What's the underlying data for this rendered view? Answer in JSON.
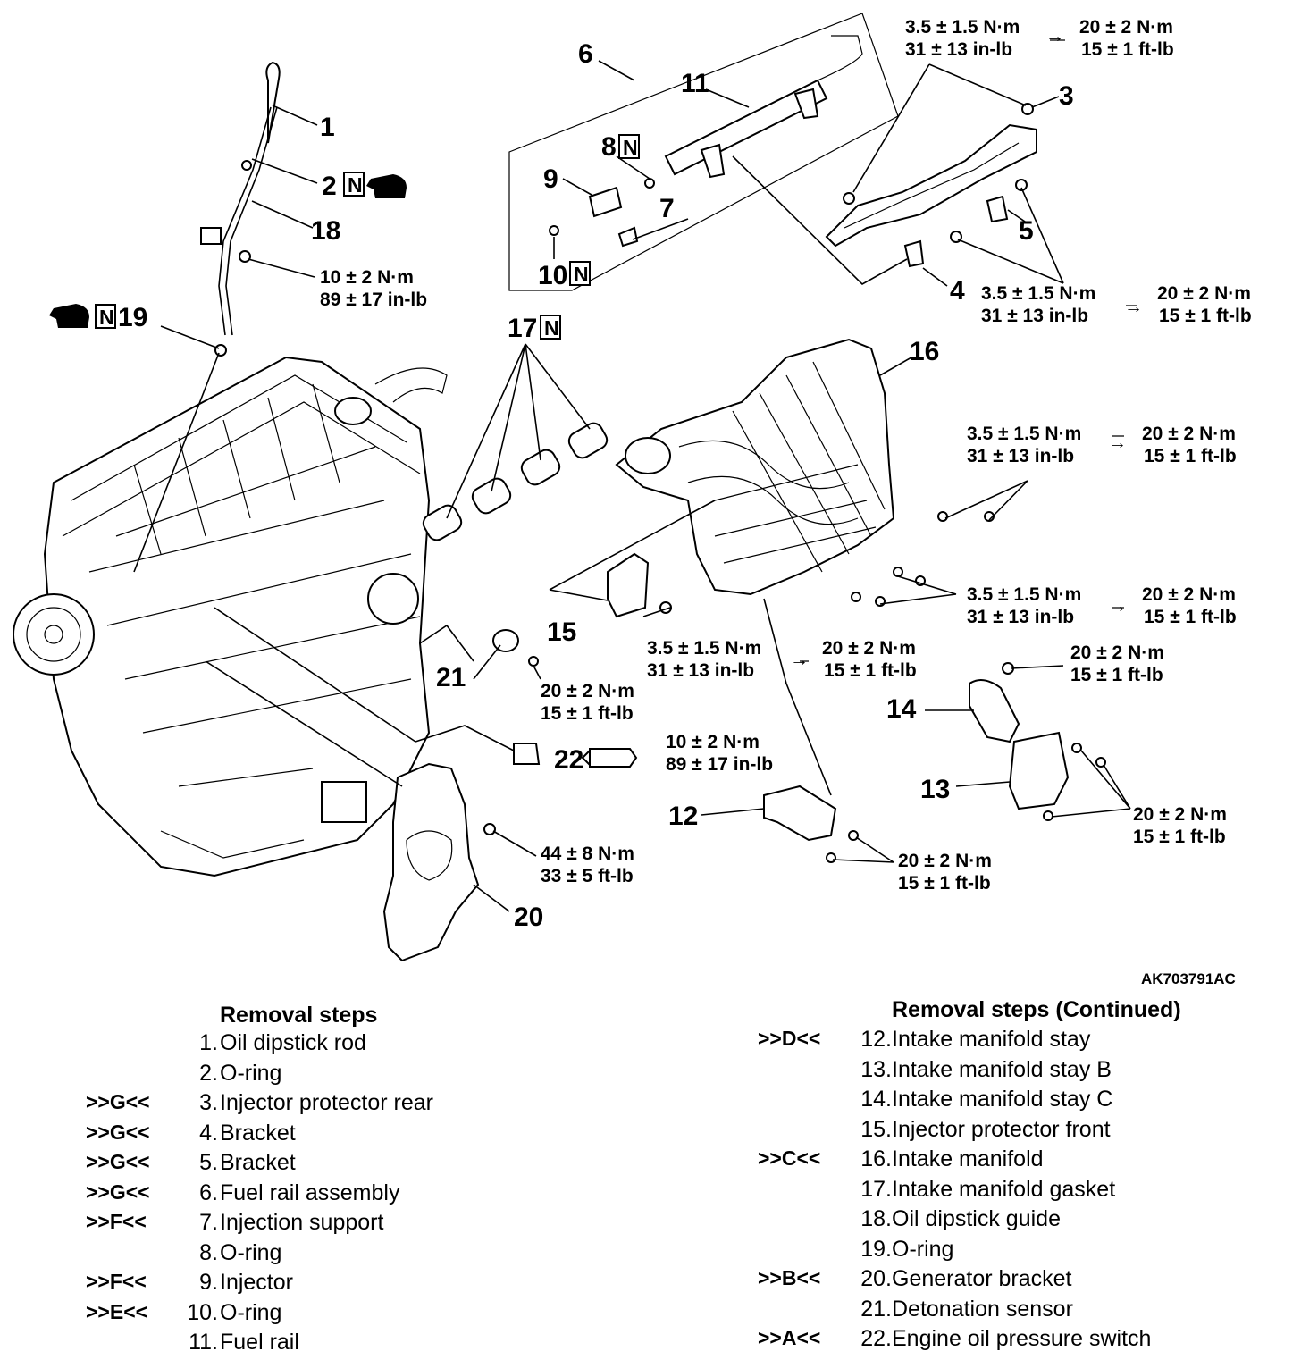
{
  "figure_id": "AK703791AC",
  "callouts": {
    "c1": "1",
    "c2": "2",
    "c3": "3",
    "c4": "4",
    "c5": "5",
    "c6": "6",
    "c7": "7",
    "c8": "8",
    "c9": "9",
    "c10": "10",
    "c11": "11",
    "c12": "12",
    "c13": "13",
    "c14": "14",
    "c15": "15",
    "c16": "16",
    "c17": "17",
    "c18": "18",
    "c19": "19",
    "c20": "20",
    "c21": "21",
    "c22": "22",
    "new_part_mark": "N"
  },
  "torques": {
    "t_a_nm": "3.5 ± 1.5 N·m",
    "t_a_inlb": "31 ± 13 in-lb",
    "t_a_nm2": "20 ± 2 N·m",
    "t_a_ftlb": "15 ± 1 ft-lb",
    "t_b_nm": "3.5 ± 1.5 N·m",
    "t_b_inlb": "31 ± 13 in-lb",
    "t_b_nm2": "20 ± 2 N·m",
    "t_b_ftlb": "15 ± 1 ft-lb",
    "t_c_nm": "3.5 ± 1.5 N·m",
    "t_c_inlb": "31 ± 13 in-lb",
    "t_c_nm2": "20 ± 2 N·m",
    "t_c_ftlb": "15 ± 1 ft-lb",
    "t_d_nm": "3.5 ± 1.5 N·m",
    "t_d_inlb": "31 ± 13 in-lb",
    "t_d_nm2": "20 ± 2 N·m",
    "t_d_ftlb": "15 ± 1 ft-lb",
    "t_e_nm": "3.5 ± 1.5 N·m",
    "t_e_inlb": "31 ± 13 in-lb",
    "t_e_nm2": "20 ± 2 N·m",
    "t_e_ftlb": "15 ± 1 ft-lb",
    "t_f_nm": "10 ± 2 N·m",
    "t_f_inlb": "89 ± 17 in-lb",
    "t_g_nm": "20 ± 2 N·m",
    "t_g_ftlb": "15 ± 1 ft-lb",
    "t_h_nm": "20 ± 2 N·m",
    "t_h_ftlb": "15 ± 1 ft-lb",
    "t_i_nm": "10 ± 2 N·m",
    "t_i_inlb": "89 ± 17 in-lb",
    "t_j_nm": "44 ± 8 N·m",
    "t_j_ftlb": "33 ± 5 ft-lb",
    "t_k_nm": "20 ± 2 N·m",
    "t_k_ftlb": "15 ± 1 ft-lb",
    "t_l_nm": "20 ± 2 N·m",
    "t_l_ftlb": "15 ± 1 ft-lb"
  },
  "removal": {
    "title_left": "Removal steps",
    "title_right": "Removal steps (Continued)",
    "left": [
      {
        "mark": "",
        "no": "1.",
        "label": "Oil dipstick rod"
      },
      {
        "mark": "",
        "no": "2.",
        "label": "O-ring"
      },
      {
        "mark": ">>G<<",
        "no": "3.",
        "label": "Injector protector rear"
      },
      {
        "mark": ">>G<<",
        "no": "4.",
        "label": "Bracket"
      },
      {
        "mark": ">>G<<",
        "no": "5.",
        "label": "Bracket"
      },
      {
        "mark": ">>G<<",
        "no": "6.",
        "label": "Fuel rail assembly"
      },
      {
        "mark": ">>F<<",
        "no": "7.",
        "label": "Injection support"
      },
      {
        "mark": "",
        "no": "8.",
        "label": "O-ring"
      },
      {
        "mark": ">>F<<",
        "no": "9.",
        "label": "Injector"
      },
      {
        "mark": ">>E<<",
        "no": "10.",
        "label": "O-ring"
      },
      {
        "mark": "",
        "no": "11.",
        "label": "Fuel rail"
      }
    ],
    "right": [
      {
        "mark": ">>D<<",
        "no": "12.",
        "label": "Intake manifold stay"
      },
      {
        "mark": "",
        "no": "13.",
        "label": "Intake manifold stay B"
      },
      {
        "mark": "",
        "no": "14.",
        "label": "Intake manifold stay C"
      },
      {
        "mark": "",
        "no": "15.",
        "label": "Injector protector front"
      },
      {
        "mark": ">>C<<",
        "no": "16.",
        "label": "Intake manifold"
      },
      {
        "mark": "",
        "no": "17.",
        "label": "Intake manifold gasket"
      },
      {
        "mark": "",
        "no": "18.",
        "label": "Oil dipstick guide"
      },
      {
        "mark": "",
        "no": "19.",
        "label": "O-ring"
      },
      {
        "mark": ">>B<<",
        "no": "20.",
        "label": "Generator bracket"
      },
      {
        "mark": "",
        "no": "21.",
        "label": "Detonation sensor"
      },
      {
        "mark": ">>A<<",
        "no": "22.",
        "label": "Engine oil pressure switch"
      }
    ]
  }
}
